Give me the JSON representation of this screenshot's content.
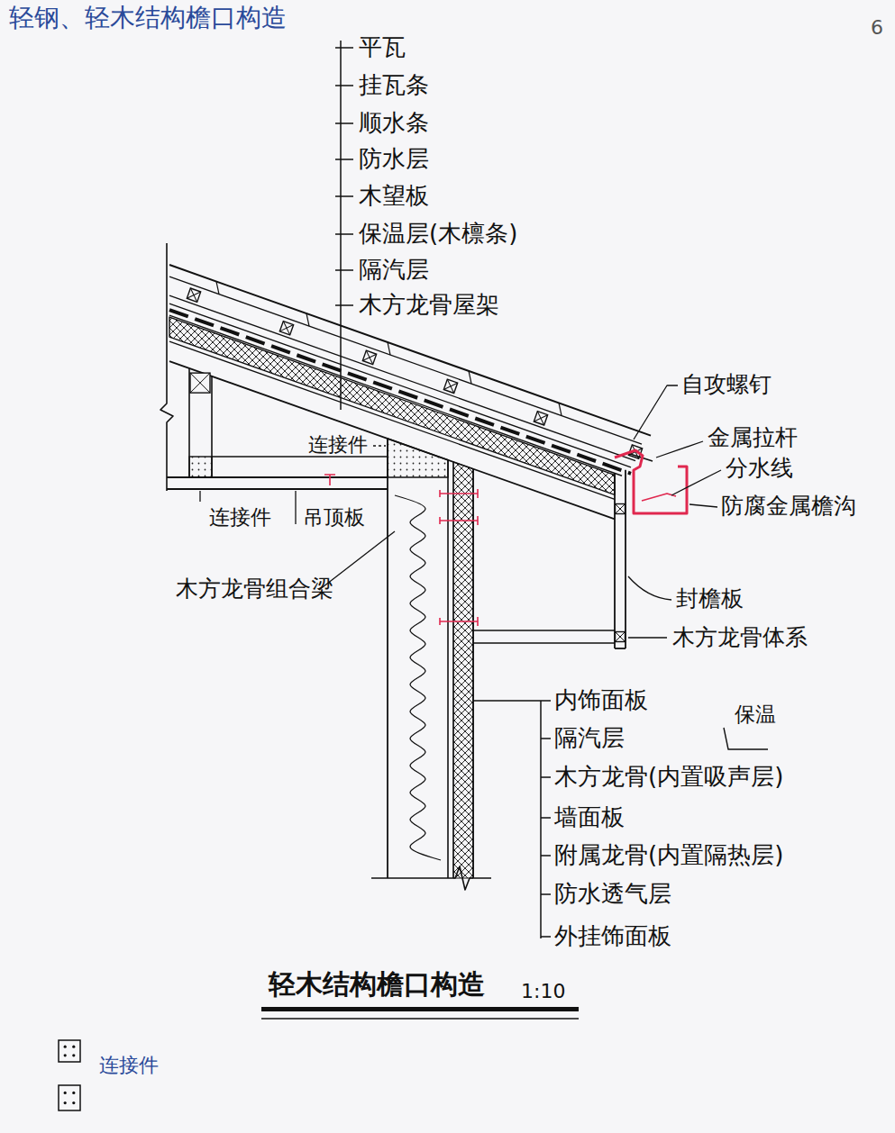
{
  "diagram": {
    "title": "轻钢、轻木结构檐口构造",
    "caption": "轻木结构檐口构造",
    "labels": [
      "6",
      "平瓦",
      "挂瓦条",
      "顺水条",
      "防水层",
      "木望板",
      "保温层(木檩条)",
      "隔汽层",
      "木方龙骨屋架",
      "自攻螺钉",
      "金属拉杆",
      "分水线",
      "防腐金属檐沟",
      "连接件",
      "连接件",
      "吊顶板",
      "木方龙骨组合梁",
      "封檐板",
      "木方龙骨体系",
      "内饰面板",
      "保温",
      "隔汽层",
      "木方龙骨(内置吸声层)",
      "墙面板",
      "附属龙骨(内置隔热层)",
      "防水透气层",
      "外挂饰面板",
      "1:10"
    ],
    "legend": [
      {
        "text": "连接件"
      }
    ]
  }
}
